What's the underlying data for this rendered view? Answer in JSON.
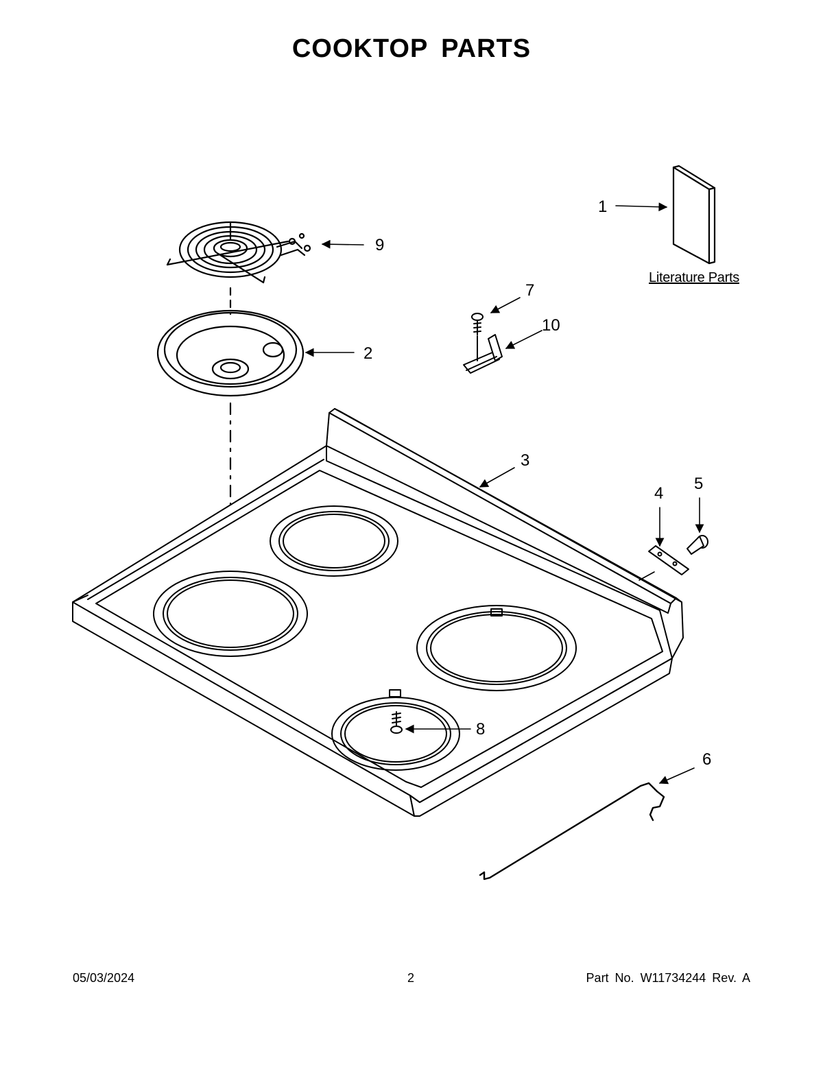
{
  "title": "COOKTOP PARTS",
  "literature_caption": "Literature Parts",
  "callouts": {
    "c1": "1",
    "c2": "2",
    "c3": "3",
    "c4": "4",
    "c5": "5",
    "c6": "6",
    "c7": "7",
    "c8": "8",
    "c9": "9",
    "c10": "10"
  },
  "footer": {
    "date": "05/03/2024",
    "page": "2",
    "part": "Part No.  W11734244  Rev.  A"
  }
}
